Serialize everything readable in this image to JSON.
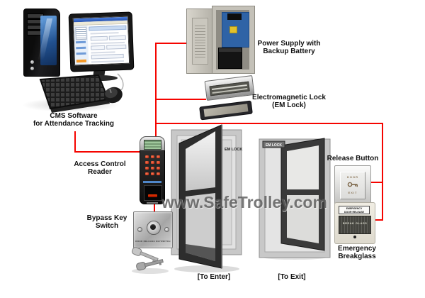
{
  "watermark": {
    "text": "www.SafeTrolley.com"
  },
  "labels": {
    "cms": {
      "line1": "CMS Software",
      "line2": "for Attendance Tracking"
    },
    "power_supply": {
      "line1": "Power Supply with",
      "line2": "Backup Battery"
    },
    "em_lock": {
      "line1": "Electromagnetic Lock",
      "line2": "(EM Lock)"
    },
    "access_reader": {
      "line1": "Access Control",
      "line2": "Reader"
    },
    "bypass_switch": {
      "line1": "Bypass Key",
      "line2": "Switch"
    },
    "release_button": {
      "text": "Release Button"
    },
    "emergency_breakglass": {
      "line1": "Emergency",
      "line2": "Breakglass"
    },
    "door_enter": {
      "text": "[To Enter]"
    },
    "door_exit": {
      "text": "[To Exit]"
    }
  },
  "component_text": {
    "door_enter_em_tag": "EM LOCK",
    "door_exit_em_tag": "EM LOCK",
    "release_button_top": "DOOR",
    "release_button_bottom": "EXIT",
    "breakglass_label_line1": "EMERGENCY",
    "breakglass_label_line2": "DOOR RELEASE",
    "breakglass_glass_text": "BREAK GLASS",
    "keyswitch_plate_text": "DOOR RELEASE KEYSWITCH"
  },
  "colors": {
    "wire_red": "#f50400",
    "label_text": "#111111",
    "watermark_gray": "#5c5c5c",
    "pcb_blue": "#2f63a6",
    "lcd_green": "#9fc89c"
  }
}
